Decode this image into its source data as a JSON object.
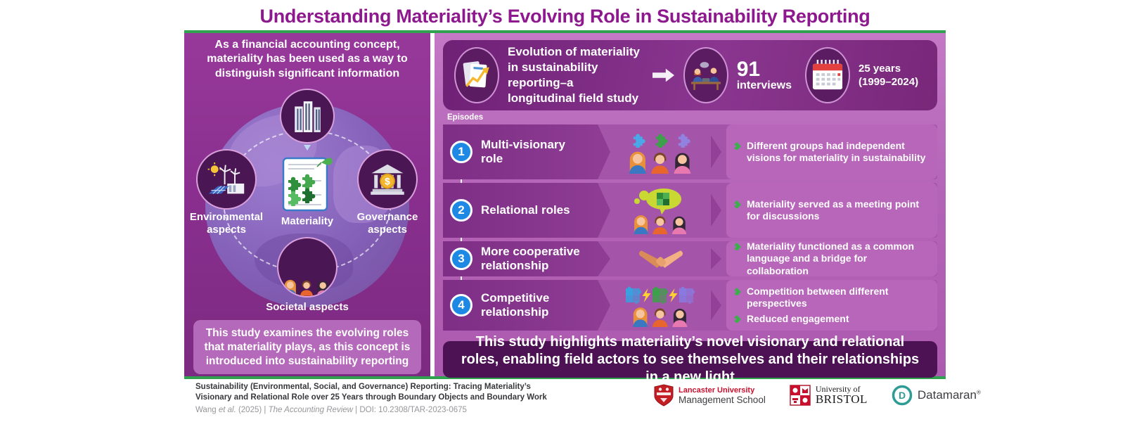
{
  "title": "Understanding Materiality’s Evolving Role in Sustainability Reporting",
  "colors": {
    "title_purple": "#8E188E",
    "green_accent": "#2FA14F",
    "left_panel": "#8A2F8F",
    "right_panel": "#B363B6",
    "header_panel": "#7E2C84",
    "banner_dark": "#4C1253",
    "episode_number_blue": "#1E88E5",
    "bullet_green": "#3DAE4C",
    "lancaster_red": "#C8102E",
    "bristol_red": "#B01C2E",
    "datamaran_teal": "#2E9C94"
  },
  "left_panel": {
    "intro": "As a financial accounting concept, materiality has been used as a way to distinguish significant information",
    "diagram": {
      "center_label": "Materiality",
      "center_icon": "materiality-document-puzzle-leaf",
      "nodes": [
        {
          "label": "Environmental aspects",
          "icon": "renewable-energy"
        },
        {
          "label": "Governance aspects",
          "icon": "bank-coin"
        },
        {
          "label": "Societal aspects",
          "icon": "people-group"
        },
        {
          "label": "",
          "icon": "corporate-buildings"
        }
      ]
    },
    "footer_box": "This study examines the evolving roles that materiality plays, as this concept is introduced into sustainability reporting"
  },
  "right_panel": {
    "header": {
      "study_title": "Evolution of materiality in sustainability reporting–a longitudinal field study",
      "stat_number": "91",
      "stat_label": "interviews",
      "duration_line1": "25 years",
      "duration_line2": "(1999–2024)"
    },
    "episodes_label": "Episodes",
    "episodes": [
      {
        "number": "1",
        "label": "Multi-visionary role",
        "icon": "puzzle-pieces-people",
        "bullets": [
          "Different groups had independent visions for materiality in sustainability"
        ]
      },
      {
        "number": "2",
        "label": "Relational roles",
        "icon": "discussion-speech-bubbles",
        "bullets": [
          "Materiality served as a meeting point for discussions"
        ]
      },
      {
        "number": "3",
        "label": "More cooperative relationship",
        "icon": "handshake",
        "bullets": [
          "Materiality functioned as a common language and a bridge for collaboration"
        ]
      },
      {
        "number": "4",
        "label": "Competitive relationship",
        "icon": "competing-puzzle-clusters",
        "bullets": [
          "Competition between different perspectives",
          "Reduced engagement"
        ]
      }
    ],
    "conclusion": "This study highlights materiality’s novel visionary and relational roles, enabling field actors to see themselves and their relationships in a new light"
  },
  "footer": {
    "citation_title_line1": "Sustainability (Environmental, Social, and Governance) Reporting: Tracing Materiality’s",
    "citation_title_line2": "Visionary and Relational Role over 25 Years through Boundary Objects and Boundary Work",
    "citation_authors_prefix": "Wang ",
    "citation_authors_etal": "et al.",
    "citation_year": " (2025) | ",
    "citation_journal": "The Accounting Review",
    "citation_doi": " | DOI: 10.2308/TAR-2023-0675",
    "logos": [
      {
        "name": "lancaster-university",
        "line1": "Lancaster University",
        "line2": "Management School"
      },
      {
        "name": "university-of-bristol",
        "line1": "University of",
        "line2": "BRISTOL"
      },
      {
        "name": "datamaran",
        "label": "Datamaran",
        "registered": "®"
      }
    ]
  }
}
